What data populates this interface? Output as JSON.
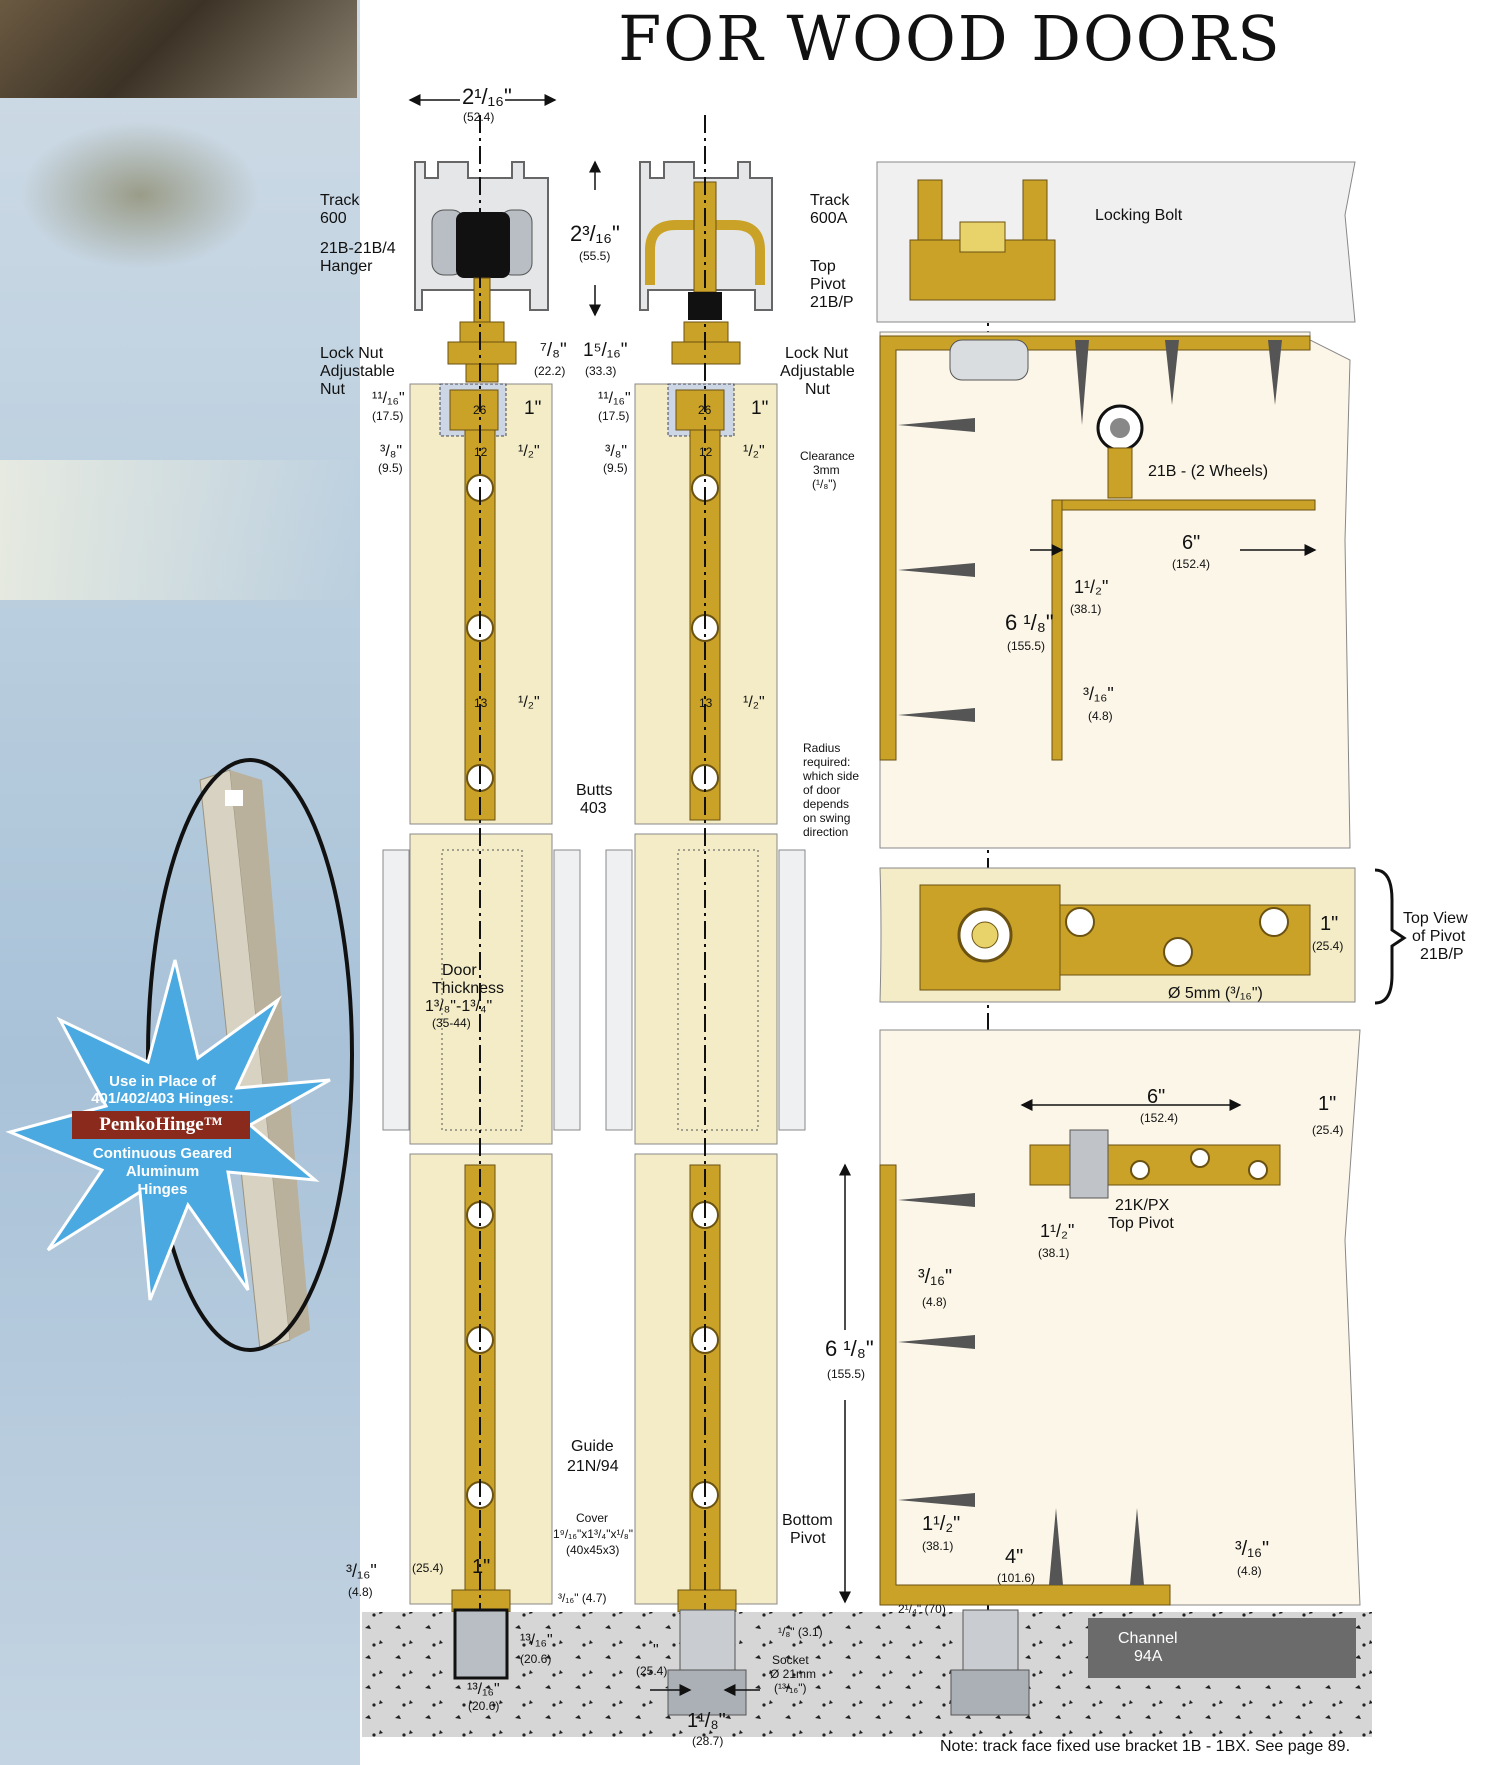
{
  "title": "FOR WOOD DOORS",
  "promo": {
    "line1": "Use in Place of",
    "line2": "401/402/403 Hinges:",
    "badge": "PemkoHinge™",
    "line3": "Continuous Geared",
    "line4": "Aluminum",
    "line5": "Hinges"
  },
  "labels": {
    "track600_a": "Track",
    "track600_b": "600",
    "hanger_a": "21B-21B/4",
    "hanger_b": "Hanger",
    "track600a_a": "Track",
    "track600a_b": "600A",
    "toppivot_a": "Top",
    "toppivot_b": "Pivot",
    "toppivot_c": "21B/P",
    "locknut_l": "Lock Nut",
    "adjnut_l_a": "Adjustable",
    "adjnut_l_b": "Nut",
    "locknut_r": "Lock Nut",
    "adjnut_r_a": "Adjustable",
    "adjnut_r_b": "Nut",
    "butts_a": "Butts",
    "butts_b": "403",
    "door_a": "Door",
    "door_b": "Thickness",
    "door_c": "1³/₈\"-1³/₄\"",
    "door_d": "(35-44)",
    "guide_a": "Guide",
    "guide_b": "21N/94",
    "bottompivot_a": "Bottom",
    "bottompivot_b": "Pivot",
    "cover_a": "Cover",
    "cover_b": "1⁹/₁₆\"x1³/₄\"x¹/₈\"",
    "cover_c": "(40x45x3)",
    "socket_a": "Socket",
    "socket_b": "Ø 21mm",
    "socket_c": "(¹³/₁₆\")",
    "lockingbolt": "Locking Bolt",
    "wheels": "21B - (2 Wheels)",
    "clearance_a": "Clearance",
    "clearance_b": "3mm",
    "clearance_c": "(¹/₈\")",
    "radius_a": "Radius",
    "radius_b": "required:",
    "radius_c": "which side",
    "radius_d": "of door",
    "radius_e": "depends",
    "radius_f": "on swing",
    "radius_g": "direction",
    "topview_a": "Top View",
    "topview_b": "of Pivot",
    "topview_c": "21B/P",
    "hole": "Ø 5mm (³/₁₆\")",
    "toppivot21k_a": "21K/PX",
    "toppivot21k_b": "Top Pivot",
    "channel_a": "Channel",
    "channel_b": "94A"
  },
  "dims": {
    "w2116": "2¹/₁₆\"",
    "w2116_mm": "(52.4)",
    "h2316": "2³/₁₆\"",
    "h2316_mm": "(55.5)",
    "d78": "⁷/₈\"",
    "d78_mm": "(22.2)",
    "d1516": "1⁵/₁₆\"",
    "d1516_mm": "(33.3)",
    "d1116_l": "¹¹/₁₆\"",
    "d1116_l_mm": "(17.5)",
    "d1116_r": "¹¹/₁₆\"",
    "d1116_r_mm": "(17.5)",
    "d38_l": "³/₈\"",
    "d38_l_mm": "(9.5)",
    "d38_r": "³/₈\"",
    "d38_r_mm": "(9.5)",
    "n26_l": "26",
    "n26_r": "26",
    "n12_l": "12",
    "n12_r": "12",
    "n13_l": "13",
    "n13_r": "13",
    "in1_l": "1\"",
    "in1_r": "1\"",
    "half_l1": "¹/₂\"",
    "half_r1": "¹/₂\"",
    "half_l2": "¹/₂\"",
    "half_r2": "¹/₂\"",
    "d316_bl": "³/₁₆\"",
    "d316_bl_mm": "(4.8)",
    "mm254_l": "(25.4)",
    "in1_bot": "1\"",
    "d316_47": "³/₁₆\" (4.7)",
    "d1316_v": "¹³/₁₆\"",
    "d1316_v_mm": "(20.6)",
    "d1316_h": "¹³/₁₆\"",
    "d1316_h_mm": "(20.6)",
    "q1": "\"",
    "mm254_b": "(25.4)",
    "d18": "¹/₈\" (3.1)",
    "d118": "1¹/₈\"",
    "d118_mm": "(28.7)",
    "w6_top": "6\"",
    "w6_top_mm": "(152.4)",
    "d112_top": "1¹/₂\"",
    "d112_top_mm": "(38.1)",
    "h618_top": "6 ¹/₈\"",
    "h618_top_mm": "(155.5)",
    "d316_top": "³/₁₆\"",
    "d316_top_mm": "(4.8)",
    "in1_tv": "1\"",
    "in1_tv_mm": "(25.4)",
    "w6_bot": "6\"",
    "w6_bot_mm": "(152.4)",
    "in1_br": "1\"",
    "in1_br_mm": "(25.4)",
    "d112_mid": "1¹/₂\"",
    "d112_mid_mm": "(38.1)",
    "d316_mid": "³/₁₆\"",
    "d316_mid_mm": "(4.8)",
    "h618_bot": "6 ¹/₈\"",
    "h618_bot_mm": "(155.5)",
    "d112_bot": "1¹/₂\"",
    "d112_bot_mm": "(38.1)",
    "w4": "4\"",
    "w4_mm": "(101.6)",
    "d316_br": "³/₁₆\"",
    "d316_br_mm": "(4.8)",
    "d214": "2¹/₄\" (70)"
  },
  "note": "Note: track face fixed use bracket 1B - 1BX. See page 89.",
  "colors": {
    "brass": "#c9a227",
    "wood": "#f3ecc6",
    "concrete": "#d6d6d6",
    "channel": "#6b6b6b",
    "badge": "#8a2a1c",
    "star": "#4aa9e0"
  }
}
